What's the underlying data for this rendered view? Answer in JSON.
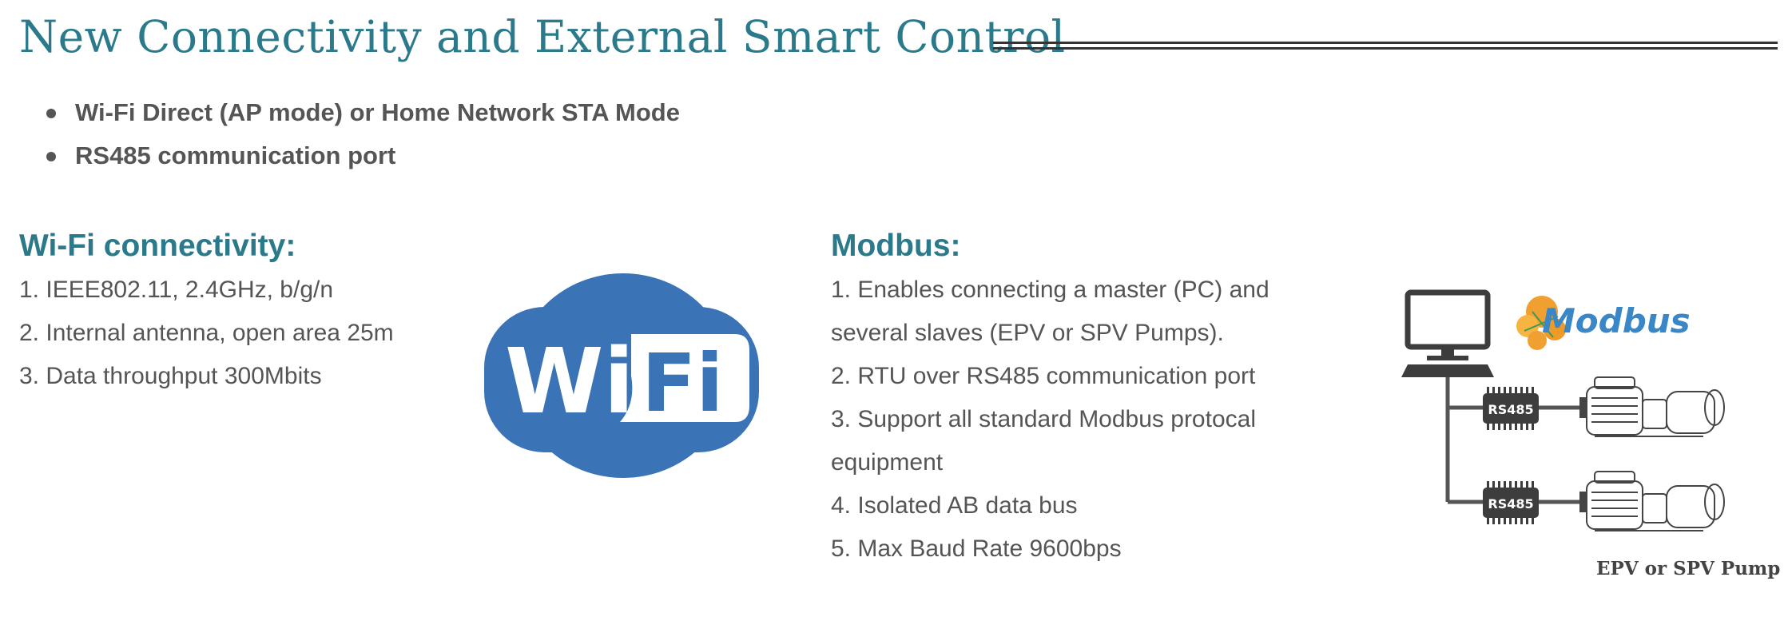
{
  "page": {
    "title": "New Connectivity and External Smart Control"
  },
  "bullets": [
    "Wi-Fi Direct (AP mode) or Home Network STA Mode",
    "RS485 communication port"
  ],
  "wifi": {
    "heading": "Wi-Fi connectivity:",
    "items": [
      "1. IEEE802.11, 2.4GHz, b/g/n",
      "2. Internal antenna, open area 25m",
      "3. Data throughput 300Mbits"
    ],
    "logo": {
      "left_text": "Wi",
      "right_text": "Fi",
      "color": "#3a73b6"
    }
  },
  "modbus": {
    "heading": "Modbus:",
    "lines": [
      "1. Enables connecting a master (PC) and",
      "several slaves (EPV or SPV Pumps).",
      "2. RTU over RS485 communication port",
      "3. Support all standard Modbus protocal",
      "equipment",
      "4. Isolated AB data bus",
      "5. Max Baud Rate 9600bps"
    ],
    "diagram": {
      "logo_text": "Modbus",
      "module_label_1": "RS485",
      "module_label_2": "RS485",
      "caption": "EPV or SPV Pump"
    }
  },
  "colors": {
    "accent": "#2b7a8c",
    "body_text": "#555555",
    "wifi_blue": "#3a73b6",
    "modbus_blue": "#3a87c8",
    "modbus_orange": "#f0a030"
  },
  "icons": [
    "bullet-icon",
    "wifi-logo",
    "computer-icon",
    "modbus-logo",
    "rs485-module-icon",
    "pump-icon"
  ]
}
